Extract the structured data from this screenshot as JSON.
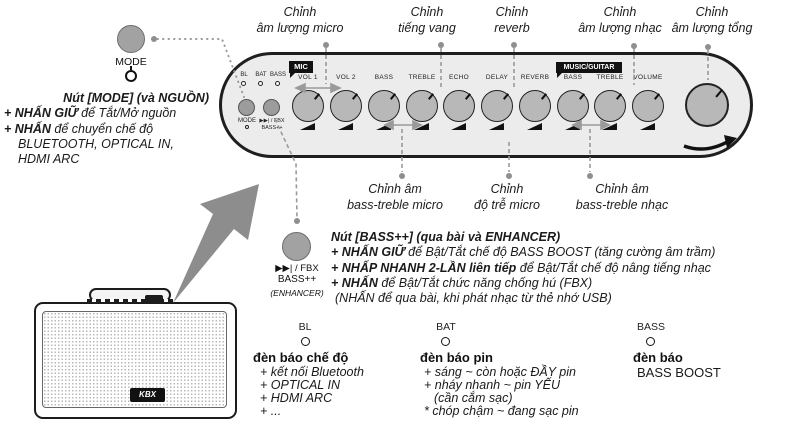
{
  "top_callouts": [
    {
      "l1": "Chỉnh",
      "l2": "âm lượng micro"
    },
    {
      "l1": "Chỉnh",
      "l2": "tiếng vang"
    },
    {
      "l1": "Chỉnh",
      "l2": "reverb"
    },
    {
      "l1": "Chỉnh",
      "l2": "âm lượng nhạc"
    },
    {
      "l1": "Chỉnh",
      "l2": "âm lượng tổng"
    }
  ],
  "bottom_callouts": [
    {
      "l1": "Chỉnh âm",
      "l2": "bass-treble micro"
    },
    {
      "l1": "Chỉnh",
      "l2": "độ trễ micro"
    },
    {
      "l1": "Chỉnh âm",
      "l2": "bass-treble nhạc"
    }
  ],
  "panel": {
    "leds": [
      "BL",
      "BAT",
      "BASS"
    ],
    "mode_button_label": "MODE",
    "bass_button_label1": "▶▶| / FBX",
    "bass_button_label2": "BASS++",
    "mic_tag": "MIC",
    "music_tag": "MUSIC/GUITAR",
    "mic_knobs": [
      "VOL 1",
      "VOL 2",
      "BASS",
      "TREBLE",
      "ECHO",
      "DELAY",
      "REVERB"
    ],
    "music_knobs": [
      "BASS",
      "TREBLE",
      "VOLUME"
    ]
  },
  "mode_note": {
    "button_label": "MODE",
    "title": "Nút [MODE] (và NGUỒN)",
    "l2b": "+ NHẤN GIỮ",
    "l2r": " để Tắt/Mở nguồn",
    "l3b": "+ NHẤN",
    "l3r": " để chuyển chế độ",
    "l4": "BLUETOOTH, OPTICAL IN,",
    "l5": "HDMI ARC"
  },
  "bass_note": {
    "button_label1": "▶▶| / FBX",
    "button_label2": "BASS++",
    "button_label3": "(ENHANCER)",
    "title": "Nút [BASS++] (qua bài và ENHANCER)",
    "l2b": "+ NHẤN GIỮ",
    "l2r": " để Bật/Tắt chế độ BASS BOOST (tăng cường âm trầm)",
    "l3b": "+ NHẤP NHANH 2-LẦN liên tiếp",
    "l3r": " để Bật/Tắt chế độ nâng tiếng nhạc",
    "l4b": "+ NHẤN",
    "l4r": " để Bật/Tắt chức năng chống hú (FBX)",
    "l5": "(NHẤN để qua bài, khi phát nhạc từ thẻ nhớ USB)"
  },
  "legend": {
    "bl": {
      "led": "BL",
      "title": "đèn báo chế độ",
      "i1": "+ kết nối Bluetooth",
      "i2": "+ OPTICAL IN",
      "i3": "+ HDMI ARC",
      "i4": "+ ..."
    },
    "bat": {
      "led": "BAT",
      "title": "đèn báo pin",
      "i1": "+ sáng ~ còn hoặc ĐẦY pin",
      "i2": "+ nháy nhanh ~ pin YẾU",
      "i3": "(cần cắm sạc)",
      "i4": "* chóp chậm ~ đang sạc pin"
    },
    "bass": {
      "led": "BASS",
      "title": "đèn báo",
      "i1": "BASS BOOST"
    }
  },
  "speaker": {
    "logo": "KBX"
  },
  "colors": {
    "panel_fill": "#ececec",
    "knob_fill": "#b8b8b8",
    "button_fill": "#9c9c9c",
    "line_gray": "#9a9a9a",
    "arrow_gray": "#8d8d8d",
    "ink": "#1a1a1a",
    "tag_bg": "#111111"
  }
}
